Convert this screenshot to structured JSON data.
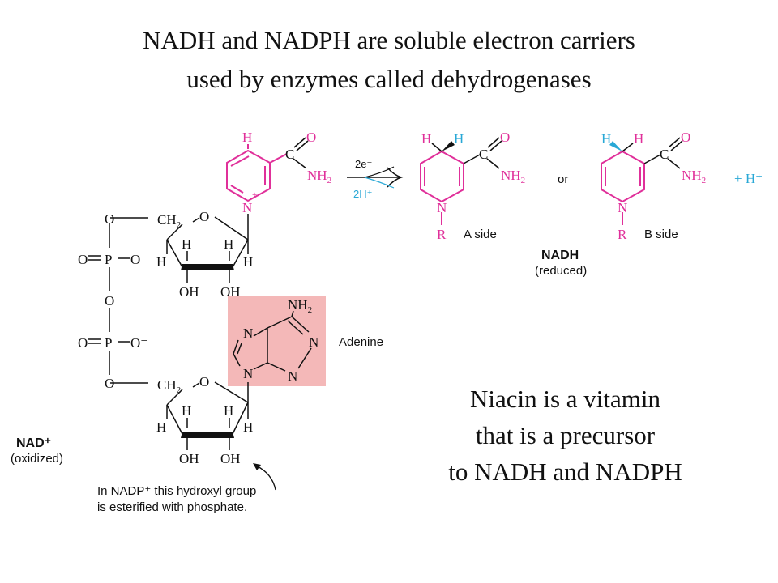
{
  "title": {
    "line1": "NADH and NADPH are soluble electron carriers",
    "line2": "used by enzymes called dehydrogenases"
  },
  "note": {
    "line1": "Niacin is a vitamin",
    "line2": "that is a precursor",
    "line3": "to NADH and NADPH"
  },
  "diagram": {
    "atoms": {
      "h": "H",
      "o": "O",
      "n": "N",
      "r": "R",
      "p": "P",
      "oh": "OH",
      "nh2": "NH",
      "ch2": "CH",
      "sub2": "2",
      "o_minus": "O⁻",
      "n_plus": "+"
    },
    "arrow": {
      "top": "2e⁻",
      "bottom": "2H⁺"
    },
    "or": "or",
    "plus_h": "+ H⁺",
    "a_side": "A side",
    "b_side": "B side",
    "nadh": {
      "label": "NADH",
      "state": "(reduced)"
    },
    "nad": {
      "label": "NAD⁺",
      "state": "(oxidized)"
    },
    "adenine": "Adenine",
    "nadp_note": {
      "line1": "In NADP⁺ this hydroxyl group",
      "line2": "is esterified with phosphate."
    },
    "colors": {
      "magenta": "#e0309a",
      "cyan": "#29a8d6",
      "adenine_box": "#f4b8b8",
      "text": "#111111"
    }
  }
}
